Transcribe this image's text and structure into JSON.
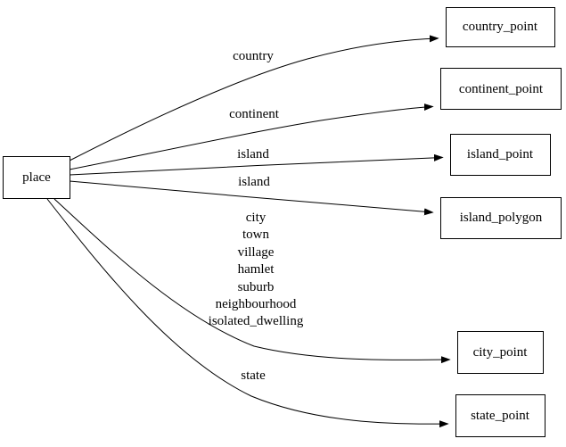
{
  "diagram": {
    "type": "directed-graph",
    "background_color": "#ffffff",
    "node_fill_color": "#ffffff",
    "node_border_color": "#000000",
    "edge_color": "#000000",
    "text_color": "#000000"
  },
  "nodes": {
    "place": {
      "label": "place"
    },
    "country_point": {
      "label": "country_point"
    },
    "continent_point": {
      "label": "continent_point"
    },
    "island_point": {
      "label": "island_point"
    },
    "island_polygon": {
      "label": "island_polygon"
    },
    "city_point": {
      "label": "city_point"
    },
    "state_point": {
      "label": "state_point"
    }
  },
  "edges": [
    {
      "from": "place",
      "to": "country_point",
      "label": "country"
    },
    {
      "from": "place",
      "to": "continent_point",
      "label": "continent"
    },
    {
      "from": "place",
      "to": "island_point",
      "label": "island"
    },
    {
      "from": "place",
      "to": "island_polygon",
      "label": "island"
    },
    {
      "from": "place",
      "to": "city_point",
      "label_lines": [
        "city",
        "town",
        "village",
        "hamlet",
        "suburb",
        "neighbourhood",
        "isolated_dwelling"
      ]
    },
    {
      "from": "place",
      "to": "state_point",
      "label": "state"
    }
  ]
}
